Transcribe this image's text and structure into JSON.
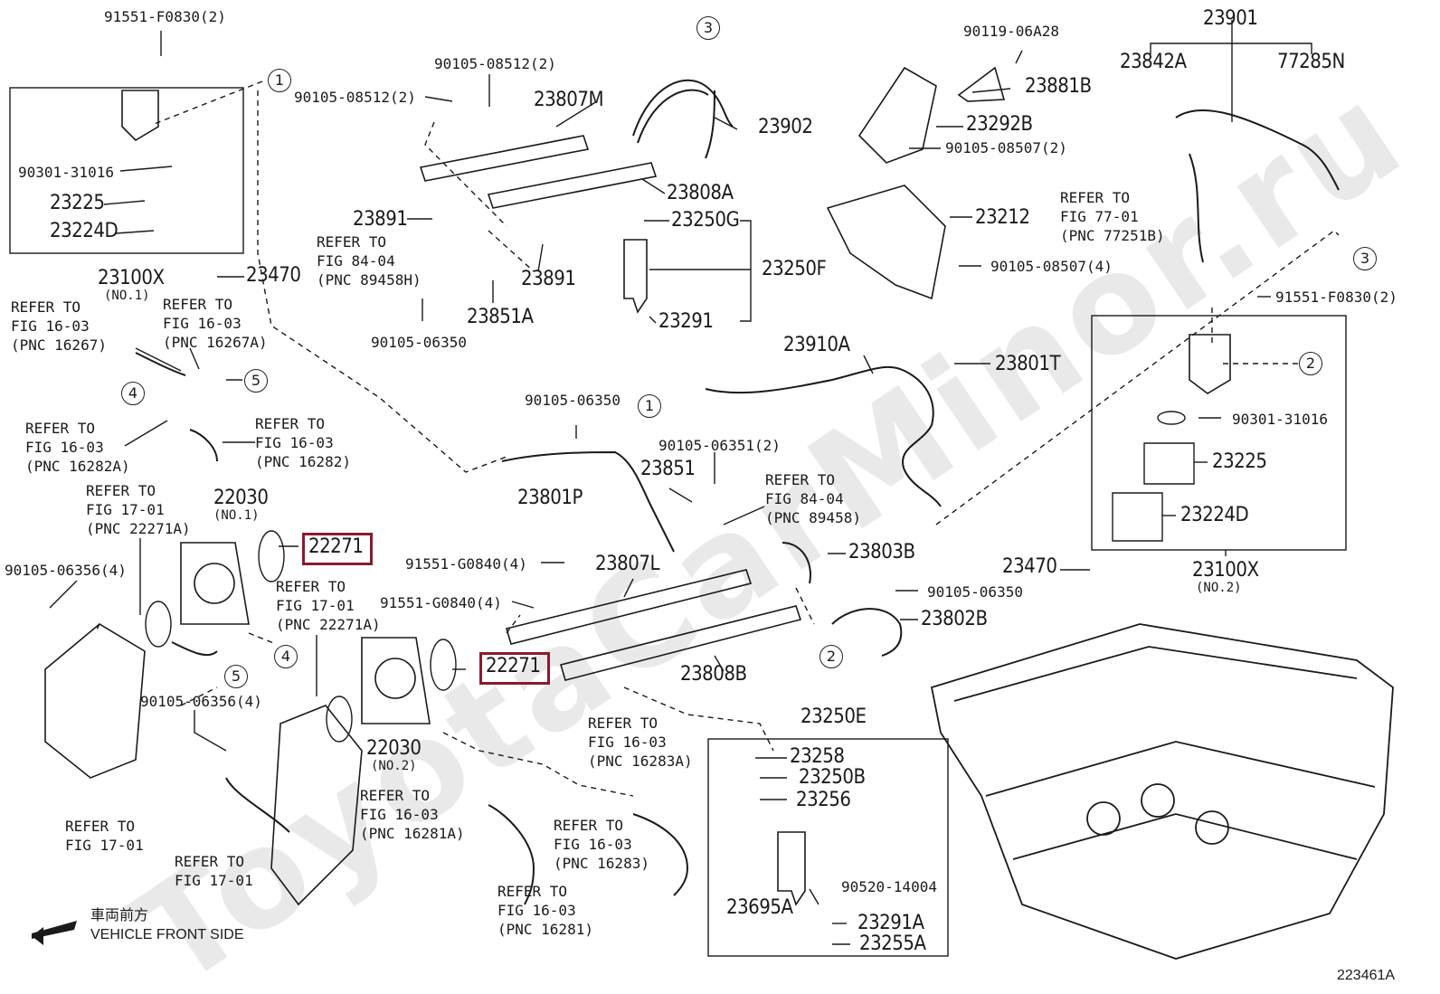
{
  "watermark": "ToyotaCarMinor.ru",
  "labels": {
    "p91551F0830_top": "91551-F0830(2)",
    "p90301_top": "90301-31016",
    "p23225_top": "23225",
    "p23224D_top": "23224D",
    "p23100X_top": "23100X",
    "no1_a": "(NO.1)",
    "p23470_top": "23470",
    "p90105_08512_a": "90105-08512(2)",
    "p90105_08512_b": "90105-08512(2)",
    "p23807M": "23807M",
    "p23902": "23902",
    "p23808A": "23808A",
    "p23891_a": "23891",
    "p23891_b": "23891",
    "p23250G": "23250G",
    "p23250F": "23250F",
    "p23291": "23291",
    "p23851A": "23851A",
    "p90105_06350_a": "90105-06350",
    "p90119": "90119-06A28",
    "p23881B": "23881B",
    "p23292B": "23292B",
    "p90105_08507_a": "90105-08507(2)",
    "p23212": "23212",
    "p90105_08507_b": "90105-08507(4)",
    "p23901": "23901",
    "p23842A": "23842A",
    "p77285N": "77285N",
    "p91551F0830_right": "91551-F0830(2)",
    "p23910A": "23910A",
    "p23801T": "23801T",
    "p90301_right": "90301-31016",
    "p23225_right": "23225",
    "p23224D_right": "23224D",
    "p23100X_right": "23100X",
    "no2_a": "(NO.2)",
    "p23470_right": "23470",
    "p90105_06350_b": "90105-06350",
    "p90105_06351": "90105-06351(2)",
    "p23851": "23851",
    "p23801P": "23801P",
    "p23803B": "23803B",
    "p90105_06350_c": "90105-06350",
    "p23802B": "23802B",
    "p91551G0840_a": "91551-G0840(4)",
    "p91551G0840_b": "91551-G0840(4)",
    "p23807L": "23807L",
    "p23808B": "23808B",
    "p22030_a": "22030",
    "p22030_b": "22030",
    "no1_b": "(NO.1)",
    "no2_b": "(NO.2)",
    "p22271_a": "22271",
    "p22271_b": "22271",
    "p90105_06356_a": "90105-06356(4)",
    "p90105_06356_b": "90105-06356(4)",
    "p23250E": "23250E",
    "p23258": "23258",
    "p23250B": "23250B",
    "p23256": "23256",
    "p90520": "90520-14004",
    "p23695A": "23695A",
    "p23291A": "23291A",
    "p23255A": "23255A",
    "diagram_id": "223461A"
  },
  "refs": {
    "r_84_04_h": "REFER TO\nFIG 84-04\n(PNC 89458H)",
    "r_16_03_16267": "REFER TO\nFIG 16-03\n(PNC 16267)",
    "r_16_03_16267A": "REFER TO\nFIG 16-03\n(PNC 16267A)",
    "r_16_03_16282A": "REFER TO\nFIG 16-03\n(PNC 16282A)",
    "r_16_03_16282": "REFER TO\nFIG 16-03\n(PNC 16282)",
    "r_17_01_22271A_a": "REFER TO\nFIG 17-01\n(PNC 22271A)",
    "r_17_01_22271A_b": "REFER TO\nFIG 17-01\n(PNC 22271A)",
    "r_77_01": "REFER TO\nFIG 77-01\n(PNC 77251B)",
    "r_84_04": "REFER TO\nFIG 84-04\n(PNC 89458)",
    "r_17_01_a": "REFER TO\nFIG 17-01",
    "r_17_01_b": "REFER TO\nFIG 17-01",
    "r_16_03_16281A": "REFER TO\nFIG 16-03\n(PNC 16281A)",
    "r_16_03_16283A": "REFER TO\nFIG 16-03\n(PNC 16283A)",
    "r_16_03_16283": "REFER TO\nFIG 16-03\n(PNC 16283)",
    "r_16_03_16281": "REFER TO\nFIG 16-03\n(PNC 16281)"
  },
  "circles": {
    "c1_a": "1",
    "c1_b": "1",
    "c2_a": "2",
    "c2_b": "2",
    "c3_a": "3",
    "c3_b": "3",
    "c4_a": "4",
    "c4_b": "4",
    "c5_a": "5",
    "c5_b": "5"
  },
  "front_annotation": "車両前方\nVEHICLE FRONT SIDE",
  "colors": {
    "highlight": "#8b1a2e",
    "line": "#1a1a1a",
    "watermark": "#e9e9e9"
  }
}
